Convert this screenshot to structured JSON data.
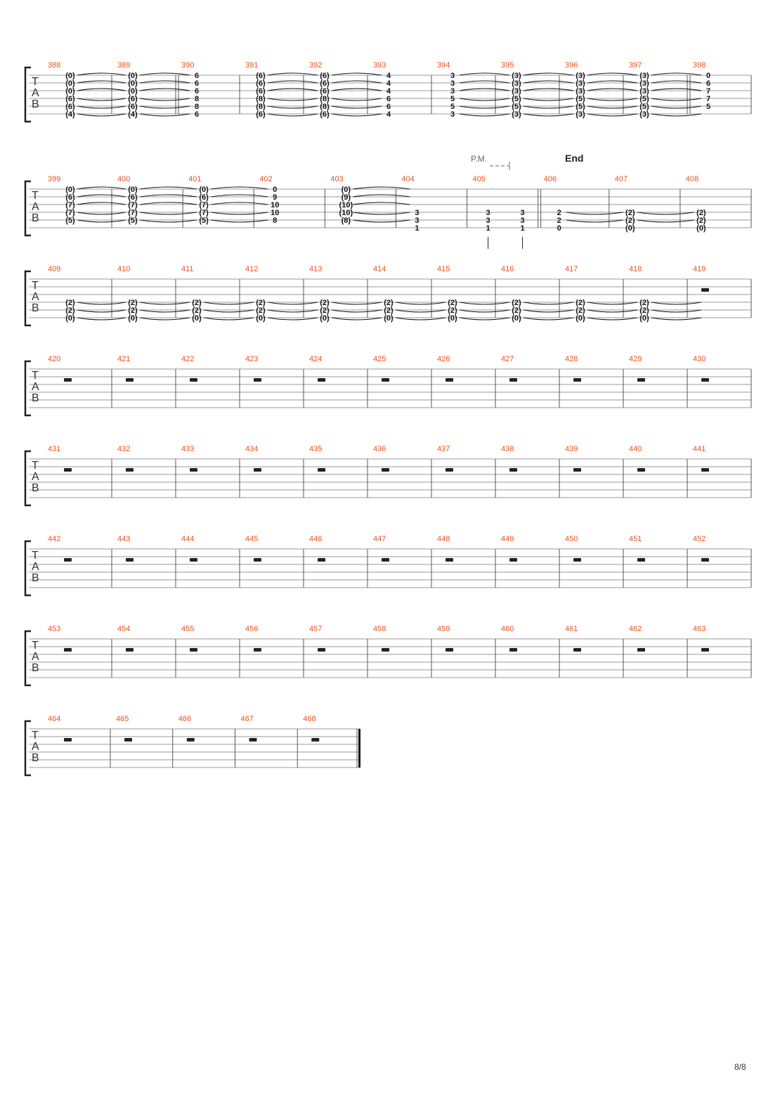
{
  "tab_label": [
    "T",
    "A",
    "B"
  ],
  "annotations": {
    "palm_mute": "P.M.",
    "section_end": "End"
  },
  "page_number": "8/8",
  "systems": [
    {
      "measures": [
        {
          "number": "388",
          "notes": [
            "(0)",
            "(0)",
            "(0)",
            "(6)",
            "(6)",
            "(4)"
          ]
        },
        {
          "number": "389",
          "notes": [
            "(0)",
            "(0)",
            "(0)",
            "(6)",
            "(6)",
            "(4)"
          ]
        },
        {
          "number": "390",
          "notes": [
            "6",
            "6",
            "6",
            "8",
            "8",
            "6"
          ]
        },
        {
          "number": "391",
          "notes": [
            "(6)",
            "(6)",
            "(6)",
            "(8)",
            "(8)",
            "(6)"
          ]
        },
        {
          "number": "392",
          "notes": [
            "(6)",
            "(6)",
            "(6)",
            "(8)",
            "(8)",
            "(6)"
          ]
        },
        {
          "number": "393",
          "notes": [
            "4",
            "4",
            "4",
            "6",
            "6",
            "4"
          ]
        },
        {
          "number": "394",
          "notes": [
            "3",
            "3",
            "3",
            "5",
            "5",
            "3"
          ]
        },
        {
          "number": "395",
          "notes": [
            "(3)",
            "(3)",
            "(3)",
            "(5)",
            "(5)",
            "(3)"
          ]
        },
        {
          "number": "396",
          "notes": [
            "(3)",
            "(3)",
            "(3)",
            "(5)",
            "(5)",
            "(3)"
          ]
        },
        {
          "number": "397",
          "notes": [
            "(3)",
            "(3)",
            "(3)",
            "(5)",
            "(5)",
            "(3)"
          ]
        },
        {
          "number": "398",
          "notes": [
            "0",
            "6",
            "7",
            "7",
            "5",
            ""
          ]
        }
      ]
    },
    {
      "measures": [
        {
          "number": "399",
          "notes": [
            "(0)",
            "(6)",
            "(7)",
            "(7)",
            "(5)",
            ""
          ]
        },
        {
          "number": "400",
          "notes": [
            "(0)",
            "(6)",
            "(7)",
            "(7)",
            "(5)",
            ""
          ]
        },
        {
          "number": "401",
          "notes": [
            "(0)",
            "(6)",
            "(7)",
            "(7)",
            "(5)",
            ""
          ]
        },
        {
          "number": "402",
          "notes": [
            "0",
            "9",
            "10",
            "10",
            "8",
            ""
          ]
        },
        {
          "number": "403",
          "notes": [
            "(0)",
            "(9)",
            "(10)",
            "(10)",
            "(8)",
            ""
          ]
        },
        {
          "number": "404",
          "notes": [
            "",
            "",
            "",
            "3",
            "3",
            "1"
          ]
        },
        {
          "number": "405",
          "notes": [
            "",
            "",
            "",
            "3",
            "3",
            "1"
          ],
          "notes2": [
            "",
            "",
            "",
            "3",
            "3",
            "1"
          ]
        },
        {
          "number": "406",
          "notes": [
            "",
            "",
            "",
            "2",
            "2",
            "0"
          ]
        },
        {
          "number": "407",
          "notes": [
            "",
            "",
            "",
            "(2)",
            "(2)",
            "(0)"
          ]
        },
        {
          "number": "408",
          "notes": [
            "",
            "",
            "",
            "(2)",
            "(2)",
            "(0)"
          ]
        }
      ]
    },
    {
      "measures": [
        {
          "number": "409",
          "notes": [
            "",
            "",
            "",
            "(2)",
            "(2)",
            "(0)"
          ]
        },
        {
          "number": "410",
          "notes": [
            "",
            "",
            "",
            "(2)",
            "(2)",
            "(0)"
          ]
        },
        {
          "number": "411",
          "notes": [
            "",
            "",
            "",
            "(2)",
            "(2)",
            "(0)"
          ]
        },
        {
          "number": "412",
          "notes": [
            "",
            "",
            "",
            "(2)",
            "(2)",
            "(0)"
          ]
        },
        {
          "number": "413",
          "notes": [
            "",
            "",
            "",
            "(2)",
            "(2)",
            "(0)"
          ]
        },
        {
          "number": "414",
          "notes": [
            "",
            "",
            "",
            "(2)",
            "(2)",
            "(0)"
          ]
        },
        {
          "number": "415",
          "notes": [
            "",
            "",
            "",
            "(2)",
            "(2)",
            "(0)"
          ]
        },
        {
          "number": "416",
          "notes": [
            "",
            "",
            "",
            "(2)",
            "(2)",
            "(0)"
          ]
        },
        {
          "number": "417",
          "notes": [
            "",
            "",
            "",
            "(2)",
            "(2)",
            "(0)"
          ]
        },
        {
          "number": "418",
          "notes": [
            "",
            "",
            "",
            "(2)",
            "(2)",
            "(0)"
          ]
        },
        {
          "number": "419",
          "rest": true
        }
      ]
    },
    {
      "measures": [
        {
          "number": "420",
          "rest": true
        },
        {
          "number": "421",
          "rest": true
        },
        {
          "number": "422",
          "rest": true
        },
        {
          "number": "423",
          "rest": true
        },
        {
          "number": "424",
          "rest": true
        },
        {
          "number": "425",
          "rest": true
        },
        {
          "number": "426",
          "rest": true
        },
        {
          "number": "427",
          "rest": true
        },
        {
          "number": "428",
          "rest": true
        },
        {
          "number": "429",
          "rest": true
        },
        {
          "number": "430",
          "rest": true
        }
      ]
    },
    {
      "measures": [
        {
          "number": "431",
          "rest": true
        },
        {
          "number": "432",
          "rest": true
        },
        {
          "number": "433",
          "rest": true
        },
        {
          "number": "434",
          "rest": true
        },
        {
          "number": "435",
          "rest": true
        },
        {
          "number": "436",
          "rest": true
        },
        {
          "number": "437",
          "rest": true
        },
        {
          "number": "438",
          "rest": true
        },
        {
          "number": "439",
          "rest": true
        },
        {
          "number": "440",
          "rest": true
        },
        {
          "number": "441",
          "rest": true
        }
      ]
    },
    {
      "measures": [
        {
          "number": "442",
          "rest": true
        },
        {
          "number": "443",
          "rest": true
        },
        {
          "number": "444",
          "rest": true
        },
        {
          "number": "445",
          "rest": true
        },
        {
          "number": "446",
          "rest": true
        },
        {
          "number": "447",
          "rest": true
        },
        {
          "number": "448",
          "rest": true
        },
        {
          "number": "449",
          "rest": true
        },
        {
          "number": "450",
          "rest": true
        },
        {
          "number": "451",
          "rest": true
        },
        {
          "number": "452",
          "rest": true
        }
      ]
    },
    {
      "measures": [
        {
          "number": "453",
          "rest": true
        },
        {
          "number": "454",
          "rest": true
        },
        {
          "number": "455",
          "rest": true
        },
        {
          "number": "456",
          "rest": true
        },
        {
          "number": "457",
          "rest": true
        },
        {
          "number": "458",
          "rest": true
        },
        {
          "number": "459",
          "rest": true
        },
        {
          "number": "460",
          "rest": true
        },
        {
          "number": "461",
          "rest": true
        },
        {
          "number": "462",
          "rest": true
        },
        {
          "number": "463",
          "rest": true
        }
      ]
    },
    {
      "measures": [
        {
          "number": "464",
          "rest": true
        },
        {
          "number": "465",
          "rest": true
        },
        {
          "number": "466",
          "rest": true
        },
        {
          "number": "467",
          "rest": true
        },
        {
          "number": "468",
          "rest": true
        }
      ]
    }
  ]
}
